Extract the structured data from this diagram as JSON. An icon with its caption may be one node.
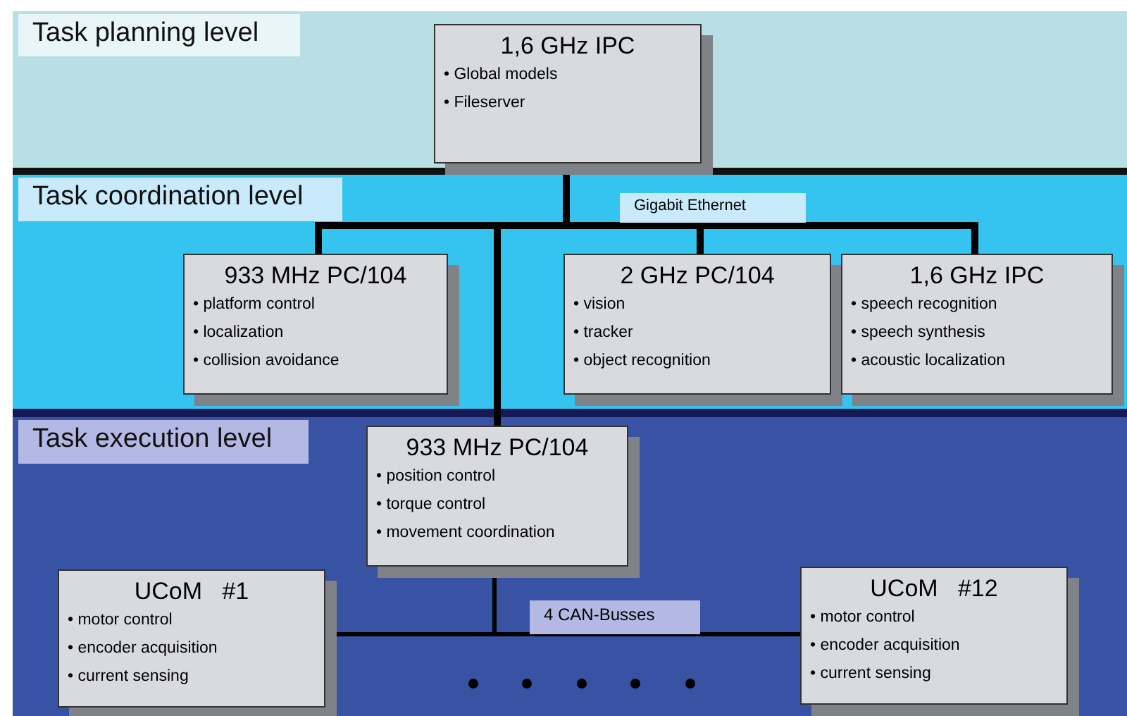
{
  "diagram": {
    "nodes": [
      {
        "text": [
          "Task planning level"
        ]
      },
      {
        "text": [
          "1,6 GHz IPC",
          "• Global models",
          "• Fileserver"
        ],
        "in": 0
      },
      {
        "text": [
          "Task coordination level"
        ]
      },
      {
        "text": [
          "933 MHz PC/104",
          "• platform control",
          "• localization",
          "• collision avoidance"
        ],
        "in": 2
      },
      {
        "text": [
          "2 GHz PC/104",
          "• vision",
          "• tracker",
          "• object recognition"
        ],
        "in": 2
      },
      {
        "text": [
          "1,6 GHz IPC",
          "• speech recognition",
          "• speech synthesis",
          "• acoustic localization"
        ],
        "in": 2
      },
      {
        "text": [
          "Task execution level"
        ]
      },
      {
        "text": [
          "933 MHz PC/104",
          "• position control",
          "• torque control",
          "• movement coordination"
        ],
        "in": 6
      },
      {
        "text": [
          "UCoM   #1",
          "• motor control",
          "• encoder acquisition",
          "• current sensing"
        ],
        "in": 6
      },
      {
        "text": [
          "UCoM   #12",
          "• motor control",
          "• encoder acquisition",
          "• current sensing"
        ],
        "in": 6
      }
    ],
    "edges": [
      {
        "from": 1,
        "to": 3,
        "arrow": "none"
      },
      {
        "from": 1,
        "to": 4,
        "arrow": "none"
      },
      {
        "from": 1,
        "to": 5,
        "arrow": "none"
      },
      {
        "from": 1,
        "to": 7,
        "arrow": "none"
      },
      {
        "from": 7,
        "to": 8,
        "arrow": "none"
      },
      {
        "from": 7,
        "to": 9,
        "arrow": "none",
        "label": "4 CAN-Busses"
      }
    ],
    "labels": [
      "Gigabit Ethernet"
    ]
  }
}
